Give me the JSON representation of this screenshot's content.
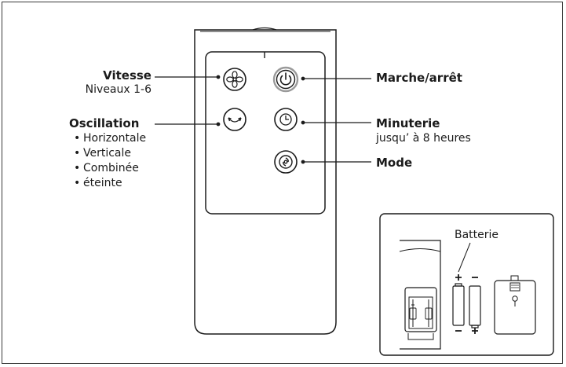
{
  "labels": {
    "speed_title": "Vitesse",
    "speed_sub": "Niveaux 1-6",
    "osc_title": "Oscillation",
    "osc_modes": [
      "Horizontale",
      "Verticale",
      "Combinée",
      "éteinte"
    ],
    "power_title": "Marche/arrêt",
    "timer_title": "Minuterie",
    "timer_sub": "jusqu’ à 8 heures",
    "mode_title": "Mode",
    "battery_label": "Batterie"
  },
  "icons": [
    "fan-icon",
    "power-icon",
    "oscillation-icon",
    "clock-icon",
    "swirl-icon"
  ],
  "colors": {
    "line": "#1b1b1b",
    "frame": "#3a3a3a",
    "power_ring": "#9a9a9a"
  }
}
